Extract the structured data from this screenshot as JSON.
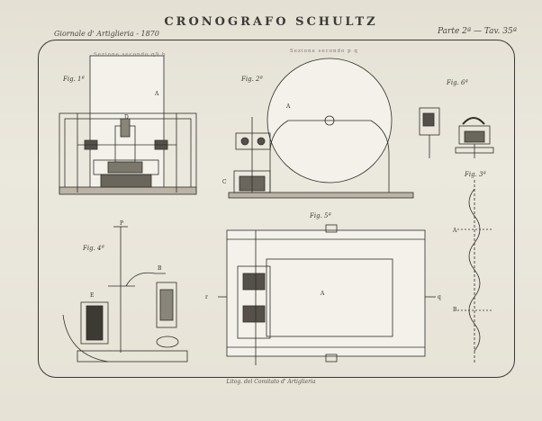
{
  "title": "CRONOGRAFO SCHULTZ",
  "header": {
    "left": "Giornale d' Artiglieria - 1870",
    "right": "Parte 2ª — Tav. 35ª"
  },
  "figures": {
    "fig1": "Fig. 1ª",
    "fig2": "Fig. 2ª",
    "fig3": "Fig. 3ª",
    "fig4": "Fig. 4ª",
    "fig5": "Fig. 5ª",
    "fig6": "Fig. 6ª"
  },
  "section_labels": {
    "fig1_top": "Sezione secondo q9 h",
    "fig2_top": "Sezione secondo p q"
  },
  "footer": "Litog. del Comitato d' Artiglieria"
}
